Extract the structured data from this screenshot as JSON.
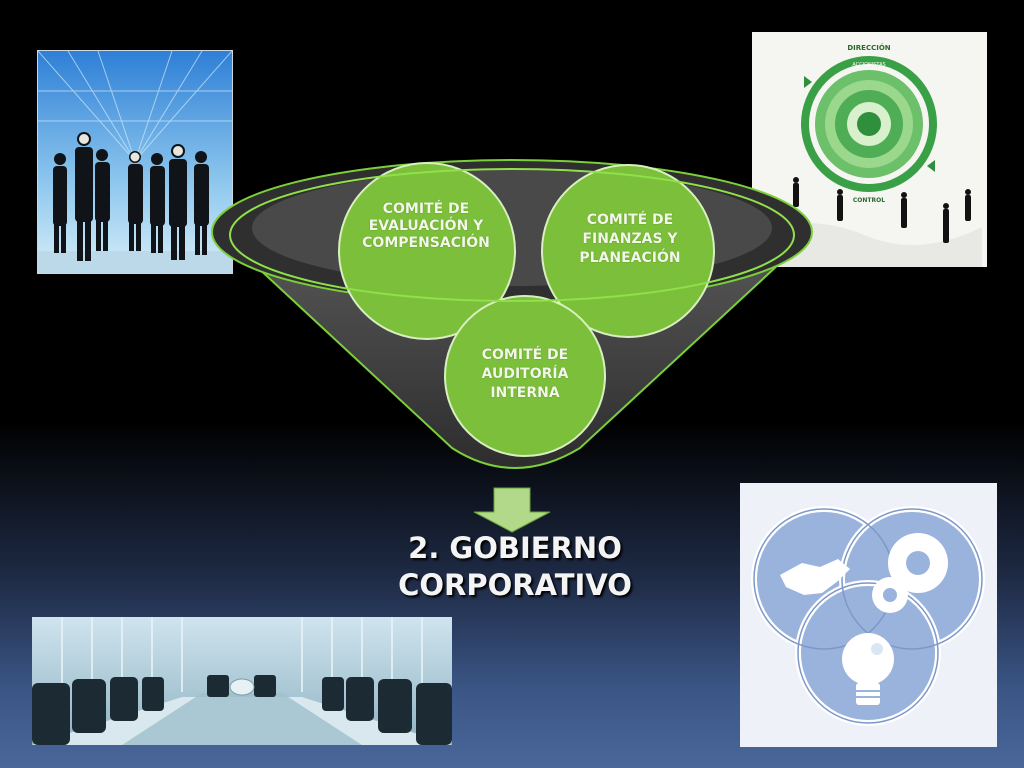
{
  "slide": {
    "title": "2. GOBIERNO CORPORATIVO"
  },
  "committees": {
    "evaluacion": "COMITÉ DE EVALUACIÓN Y COMPENSACIÓN",
    "finanzas": "COMITÉ DE FINANZAS Y PLANEACIÓN",
    "auditoria": "COMITÉ DE AUDITORÍA INTERNA"
  },
  "governance_image": {
    "top_label": "DIRECCIÓN",
    "ring_label": "ACCIONISTAS",
    "bottom_label": "CONTROL"
  },
  "colors": {
    "node_fill": "#7bbf3a",
    "node_stroke": "#d8efc0",
    "funnel_fill": "#3a3a3a",
    "funnel_stroke": "#7bcf3a",
    "arrow_fill": "#b2d98a"
  }
}
